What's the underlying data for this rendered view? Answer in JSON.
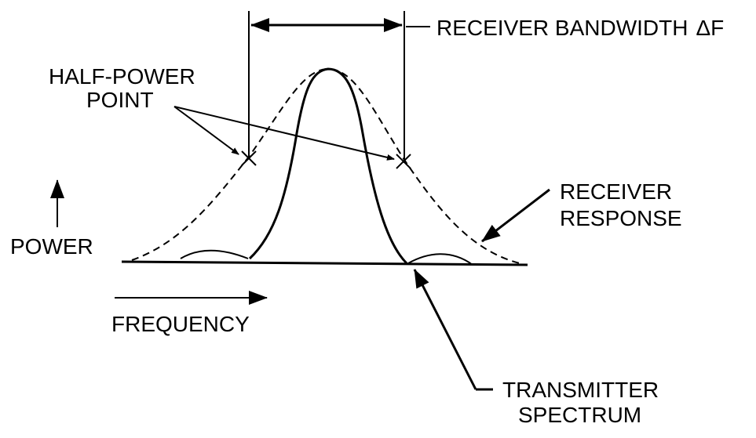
{
  "labels": {
    "bandwidth": "RECEIVER  BANDWIDTH",
    "delta_symbol": "Δ",
    "bandwidth_suffix": "F",
    "half_power_line1": "HALF-POWER",
    "half_power_line2": "POINT",
    "power": "POWER",
    "frequency": "FREQUENCY",
    "receiver_response_line1": "RECEIVER",
    "receiver_response_line2": "RESPONSE",
    "transmitter_spectrum_line1": "TRANSMITTER",
    "transmitter_spectrum_line2": "SPECTRUM"
  },
  "colors": {
    "ink": "#000000",
    "background": "#ffffff"
  }
}
